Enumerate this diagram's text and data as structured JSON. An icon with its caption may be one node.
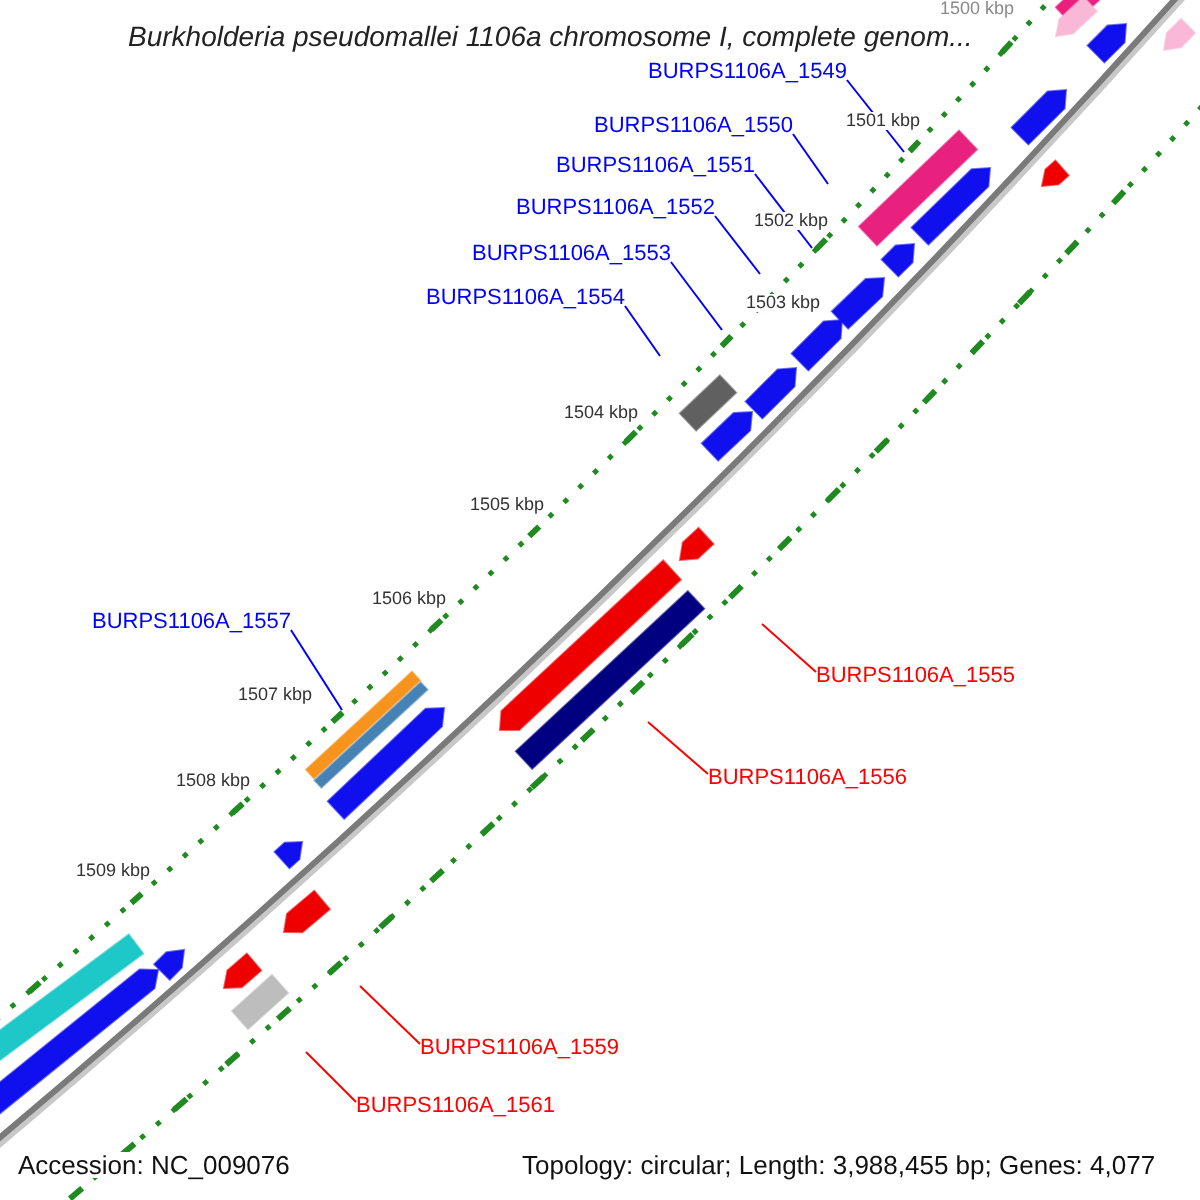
{
  "diagram": {
    "title": "Burkholderia pseudomallei 1106a chromosome I, complete genom...",
    "nodes": [
      {
        "text": [
          "BURPS1106A_1549"
        ]
      },
      {
        "text": [
          "BURPS1106A_1550"
        ]
      },
      {
        "text": [
          "BURPS1106A_1551"
        ]
      },
      {
        "text": [
          "BURPS1106A_1552"
        ]
      },
      {
        "text": [
          "BURPS1106A_1553"
        ]
      },
      {
        "text": [
          "BURPS1106A_1554"
        ]
      },
      {
        "text": [
          "BURPS1106A_1557"
        ]
      },
      {
        "text": [
          "BURPS1106A_1555"
        ]
      },
      {
        "text": [
          "BURPS1106A_1556"
        ]
      },
      {
        "text": [
          "BURPS1106A_1559"
        ]
      },
      {
        "text": [
          "BURPS1106A_1561"
        ]
      }
    ],
    "edges": [
      {
        "from": 0,
        "to": null,
        "arrow": "none"
      },
      {
        "from": 1,
        "to": null,
        "arrow": "none"
      },
      {
        "from": 2,
        "to": null,
        "arrow": "none"
      },
      {
        "from": 3,
        "to": null,
        "arrow": "none"
      },
      {
        "from": 4,
        "to": null,
        "arrow": "none"
      },
      {
        "from": 5,
        "to": null,
        "arrow": "none"
      },
      {
        "from": 6,
        "to": null,
        "arrow": "none"
      },
      {
        "from": 7,
        "to": null,
        "arrow": "none",
        "color": "#ff0000"
      },
      {
        "from": 8,
        "to": null,
        "arrow": "none",
        "color": "#ff0000"
      },
      {
        "from": 9,
        "to": null,
        "arrow": "none",
        "color": "#ff0000"
      },
      {
        "from": 10,
        "to": null,
        "arrow": "none",
        "color": "#ff0000"
      }
    ],
    "labels": [
      "1500 kbp",
      "1501 kbp",
      "1502 kbp",
      "1503 kbp",
      "1504 kbp",
      "1505 kbp",
      "1506 kbp",
      "1507 kbp",
      "1508 kbp",
      "1509 kbp",
      "Accession: NC_009076",
      "Topology: circular; Length: 3,988,455 bp; Genes: 4,077"
    ]
  }
}
